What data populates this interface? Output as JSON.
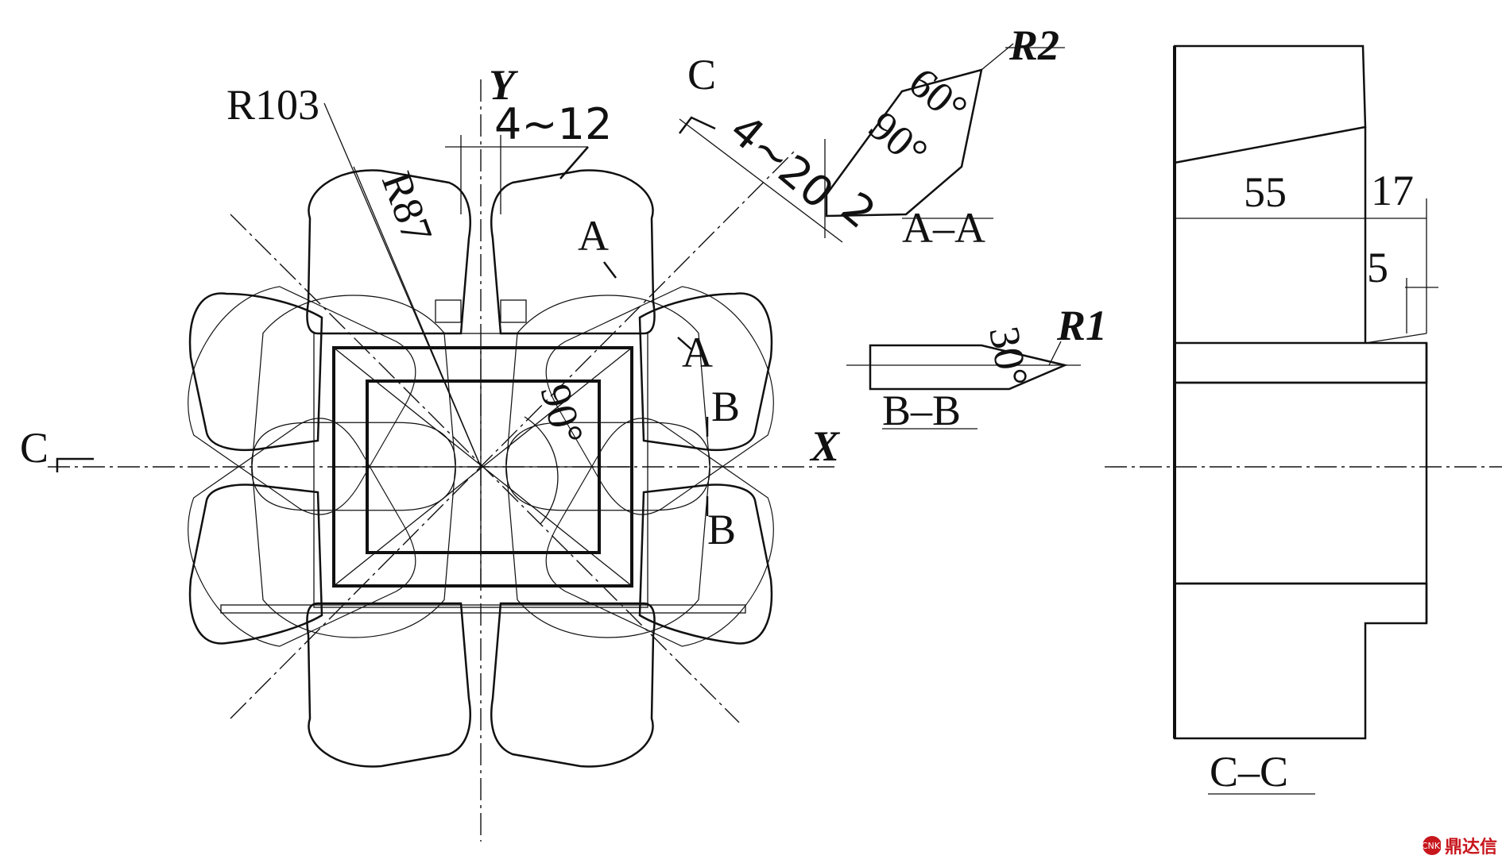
{
  "labels": {
    "r103": "R103",
    "r87": "R87",
    "y_axis": "Y",
    "x_axis": "X",
    "dim_4_12": "4~12",
    "dim_4_20": "4~20",
    "dim_2": "2",
    "c_top": "C",
    "c_left": "C",
    "a_upper": "A",
    "a_lower": "A",
    "b_upper": "B",
    "b_lower": "B",
    "angle_90_main": "90°",
    "r2": "R2",
    "angle_60": "60°",
    "angle_90_aa": "90°",
    "section_aa": "A–A",
    "r1": "R1",
    "angle_30": "30°",
    "section_bb": "B–B",
    "dim_55": "55",
    "dim_17": "17",
    "dim_5": "5",
    "section_cc": "C–C"
  },
  "logo": {
    "badge": "CNKI",
    "text": "鼎达信"
  }
}
